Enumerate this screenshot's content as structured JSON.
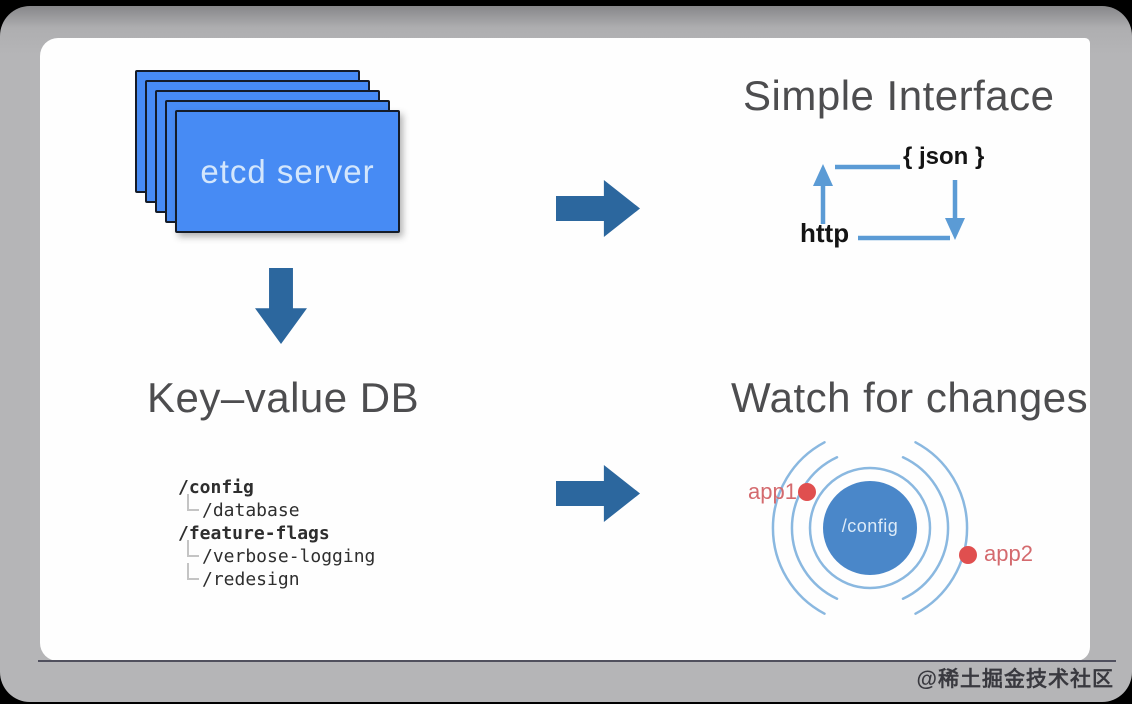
{
  "titles": {
    "simple_interface": "Simple Interface",
    "key_value_db": "Key–value DB",
    "watch_for_changes": "Watch for changes"
  },
  "etcd_stack": {
    "label": "etcd server",
    "stack_count": 5
  },
  "interface_cycle": {
    "json_label": "{ json }",
    "http_label": "http"
  },
  "key_tree": {
    "items": [
      {
        "label": "/config",
        "bold": true,
        "level": 0
      },
      {
        "label": "/database",
        "bold": false,
        "level": 1
      },
      {
        "label": "/feature-flags",
        "bold": true,
        "level": 0
      },
      {
        "label": "/verbose-logging",
        "bold": false,
        "level": 1
      },
      {
        "label": "/redesign",
        "bold": false,
        "level": 1
      }
    ]
  },
  "watch_graphic": {
    "center_label": "/config",
    "app1_label": "app1",
    "app2_label": "app2"
  },
  "watermark": "@稀土掘金技术社区",
  "colors": {
    "etcd_box_blue": "#478bf4",
    "etcd_box_border": "#151c28",
    "etcd_label": "#d3e6fc",
    "block_arrow_blue": "#2c679e",
    "cycle_arrow_blue": "#5b9bd5",
    "ring_blue": "#8ab8e0",
    "center_circle_blue": "#4a87c9",
    "app_dot_red": "#e04f4f",
    "app_label_red": "#d46a6e",
    "title_gray": "#4d4d4f",
    "frame_gray": "#b5b5b7",
    "divider_dark": "#50505e"
  }
}
